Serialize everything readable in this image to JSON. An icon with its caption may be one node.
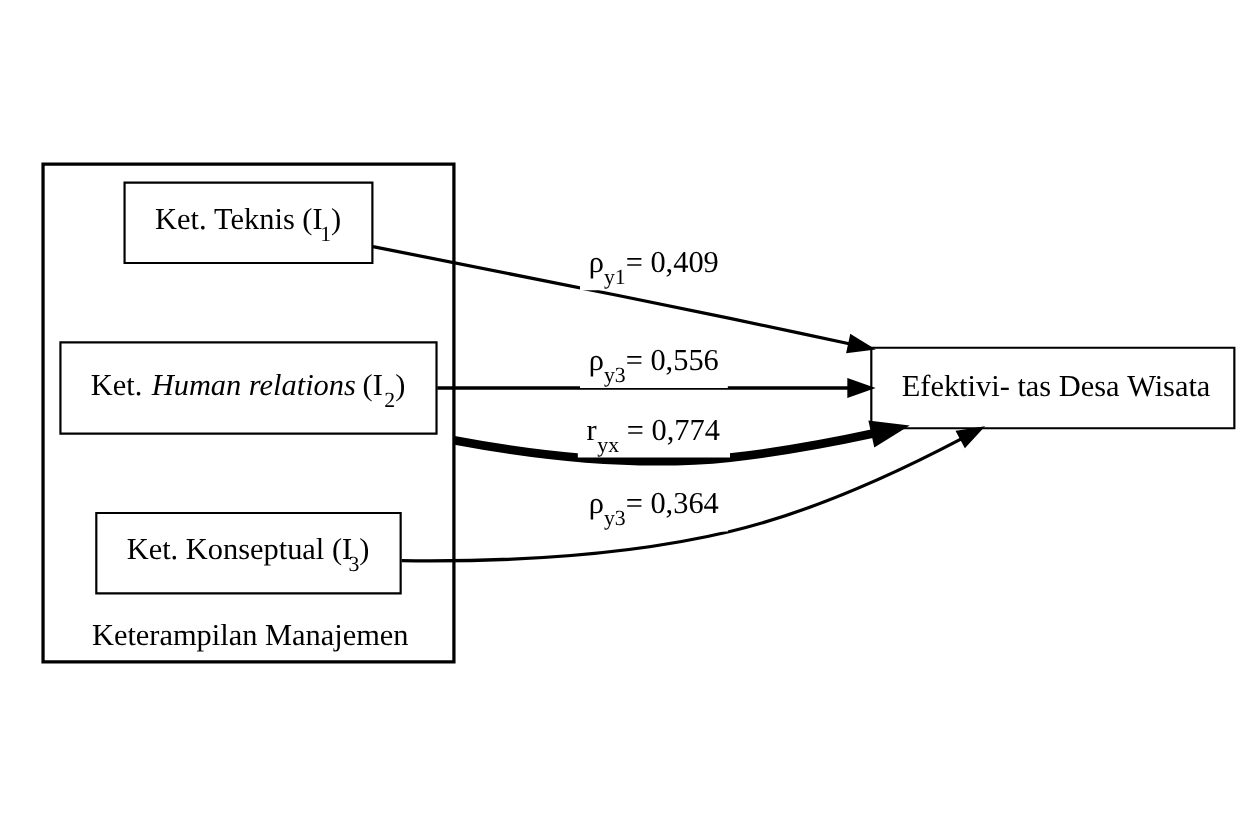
{
  "diagram": {
    "nodes": [
      {
        "text": [
          "Keterampilan Manajemen"
        ]
      },
      {
        "text": [
          "Ket. Teknis (I$_{1}$)"
        ],
        "in": 0
      },
      {
        "text": [
          "Ket. *Human relations* (I$_{2}$)"
        ],
        "in": 0
      },
      {
        "text": [
          "Ket. Konseptual (I$_{3}$)"
        ],
        "in": 0
      },
      {
        "text": [
          "Efektivi- tas Desa Wisata"
        ]
      }
    ],
    "edges": [
      {
        "from": 1,
        "to": 4,
        "arrow": "to",
        "label": "ρ$_{y1}$= 0,409"
      },
      {
        "from": 2,
        "to": 4,
        "arrow": "to",
        "label": "ρ$_{y3}$= 0,556"
      },
      {
        "from": 0,
        "to": 4,
        "arrow": "to",
        "style": "thick",
        "label": "r$_{yx}$ = 0,774"
      },
      {
        "from": 3,
        "to": 4,
        "arrow": "to",
        "label": "ρ$_{y3}$= 0,364"
      }
    ]
  }
}
